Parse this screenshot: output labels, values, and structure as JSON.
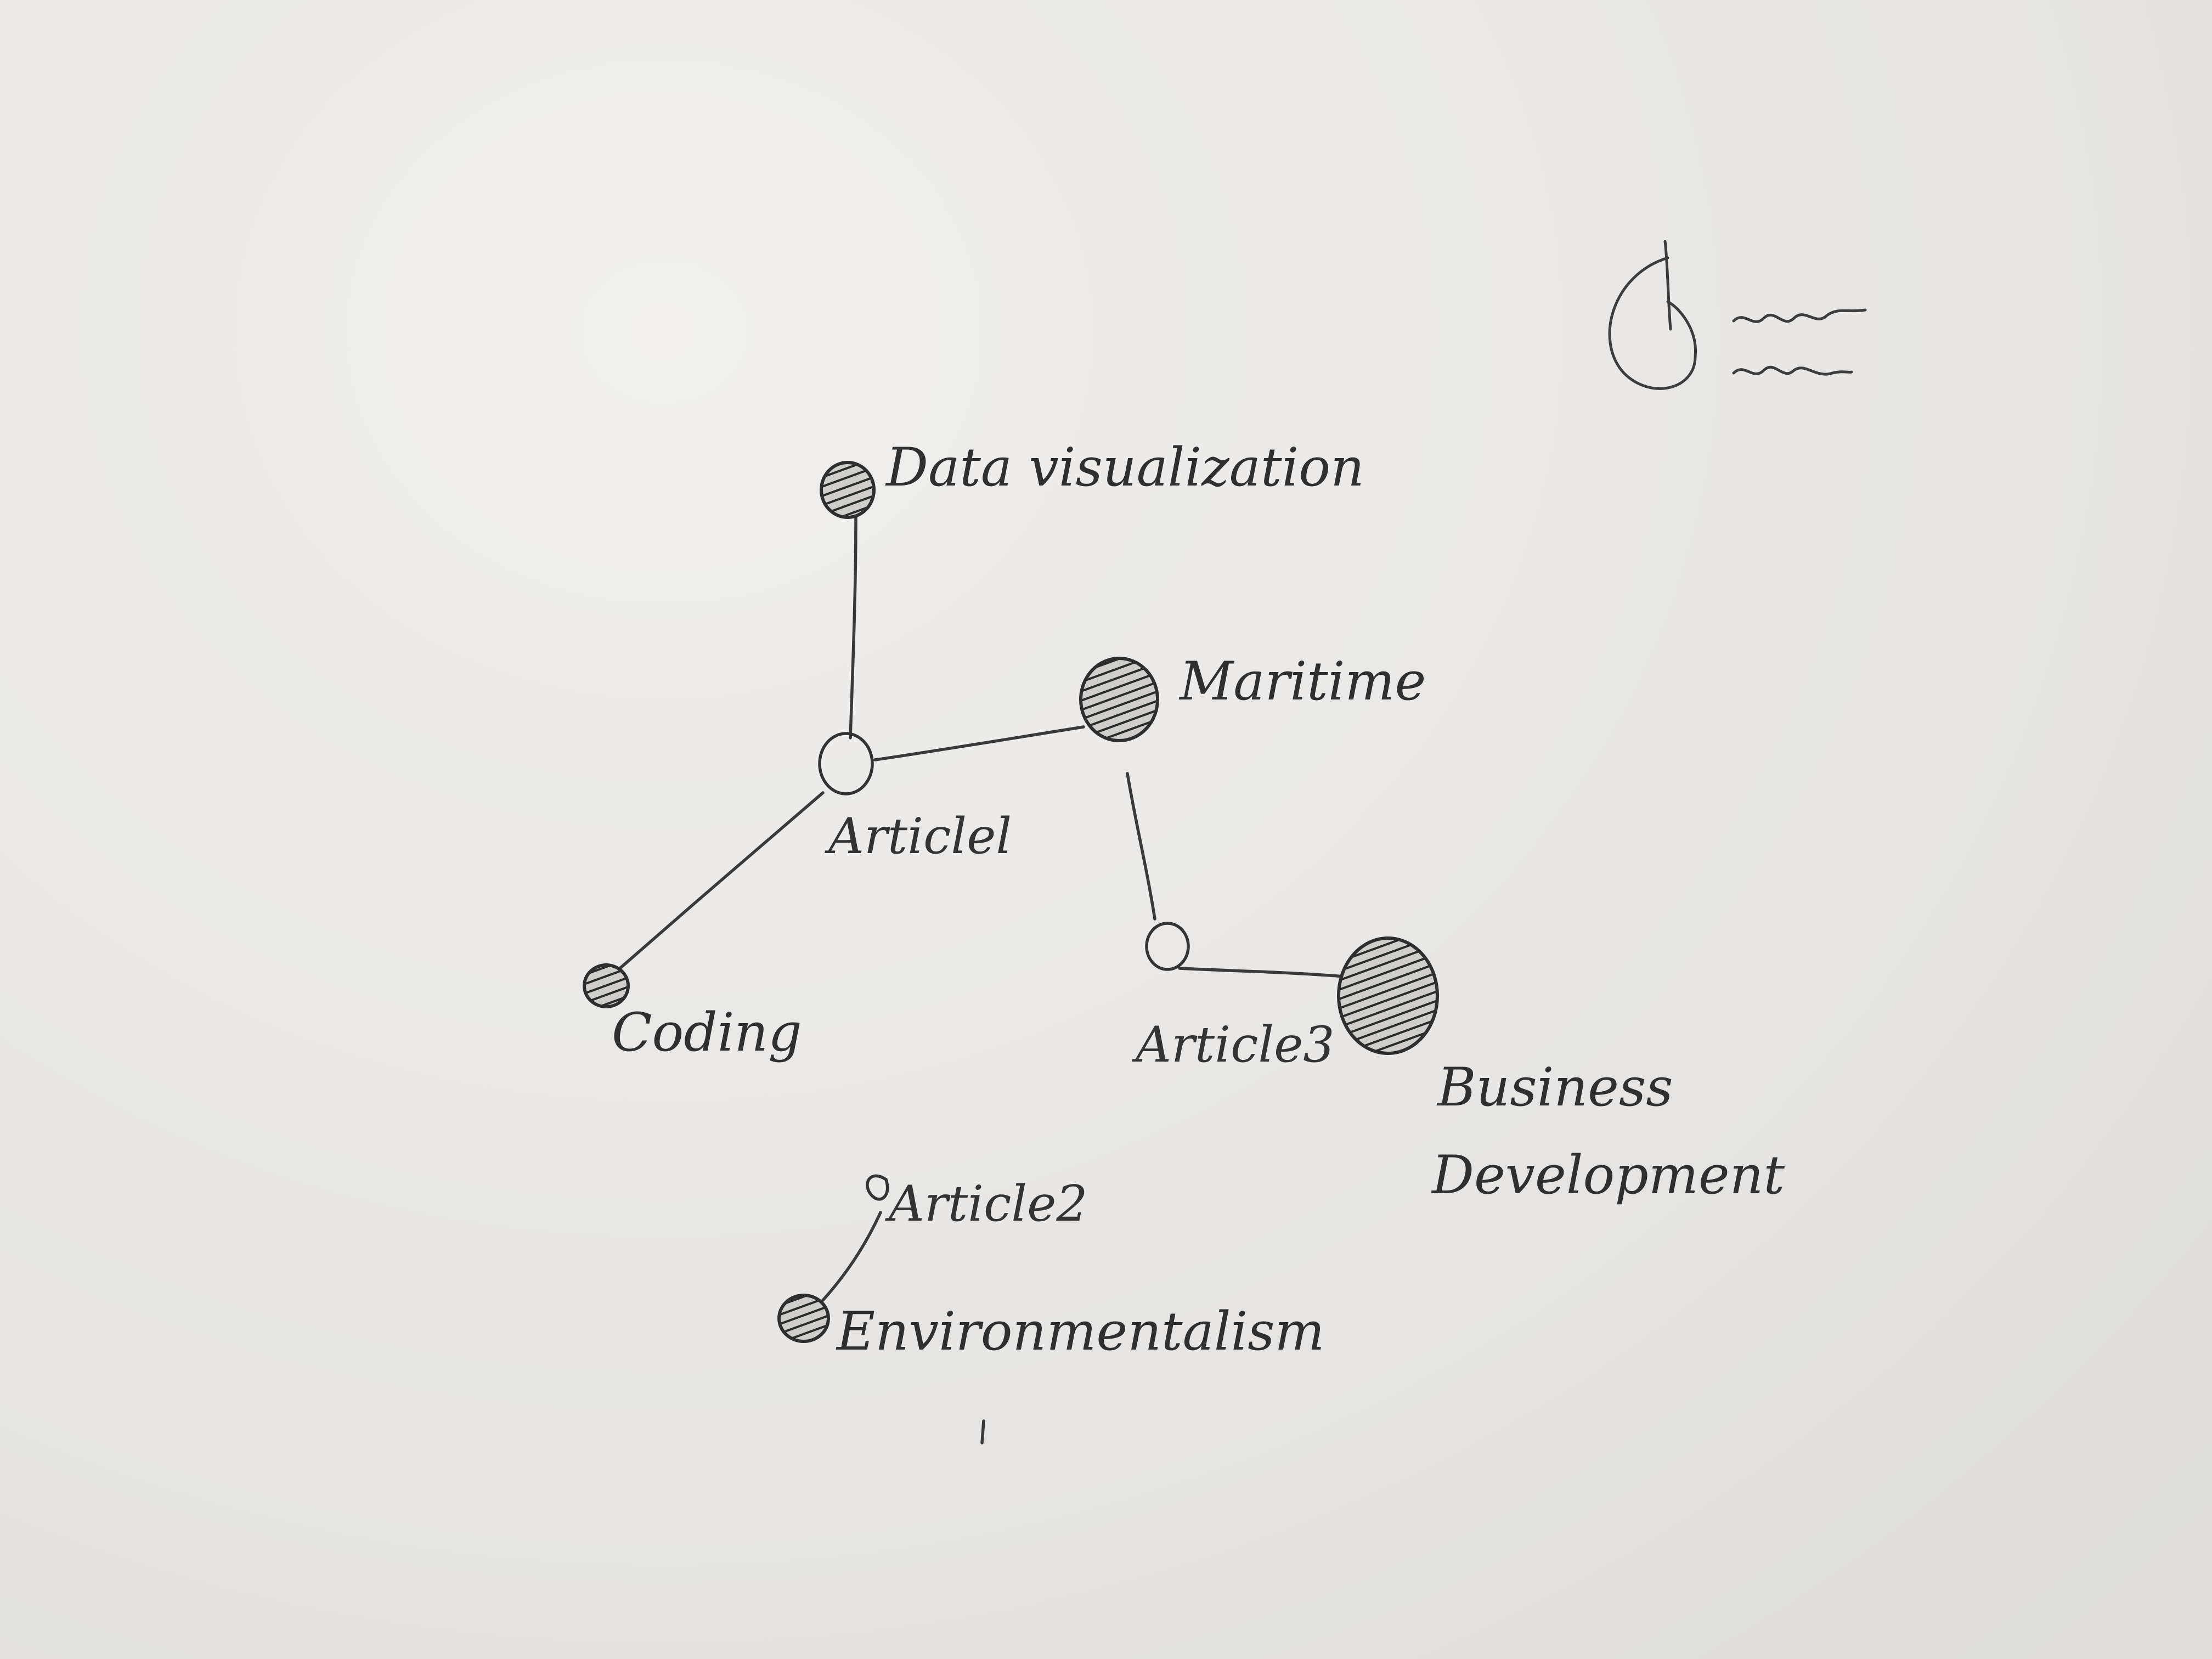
{
  "diagram": {
    "article_nodes": [
      {
        "id": "article1",
        "label": "Articlel"
      },
      {
        "id": "article2",
        "label": "Article2"
      },
      {
        "id": "article3",
        "label": "Article3"
      }
    ],
    "topic_nodes": [
      {
        "id": "data_visualization",
        "label": "Data visualization"
      },
      {
        "id": "maritime",
        "label": "Maritime"
      },
      {
        "id": "coding",
        "label": "Coding"
      },
      {
        "id": "business_development_line1",
        "label": "Business"
      },
      {
        "id": "business_development_line2",
        "label": "Development"
      },
      {
        "id": "environmentalism",
        "label": "Environmentalism"
      }
    ],
    "edges": [
      {
        "from": "article1",
        "to": "data_visualization"
      },
      {
        "from": "article1",
        "to": "maritime"
      },
      {
        "from": "article1",
        "to": "coding"
      },
      {
        "from": "maritime",
        "to": "article3"
      },
      {
        "from": "article3",
        "to": "business_development"
      },
      {
        "from": "article2",
        "to": "environmentalism"
      }
    ],
    "colors": {
      "pencil": "#333333",
      "paper": "#e9e8e6"
    }
  }
}
